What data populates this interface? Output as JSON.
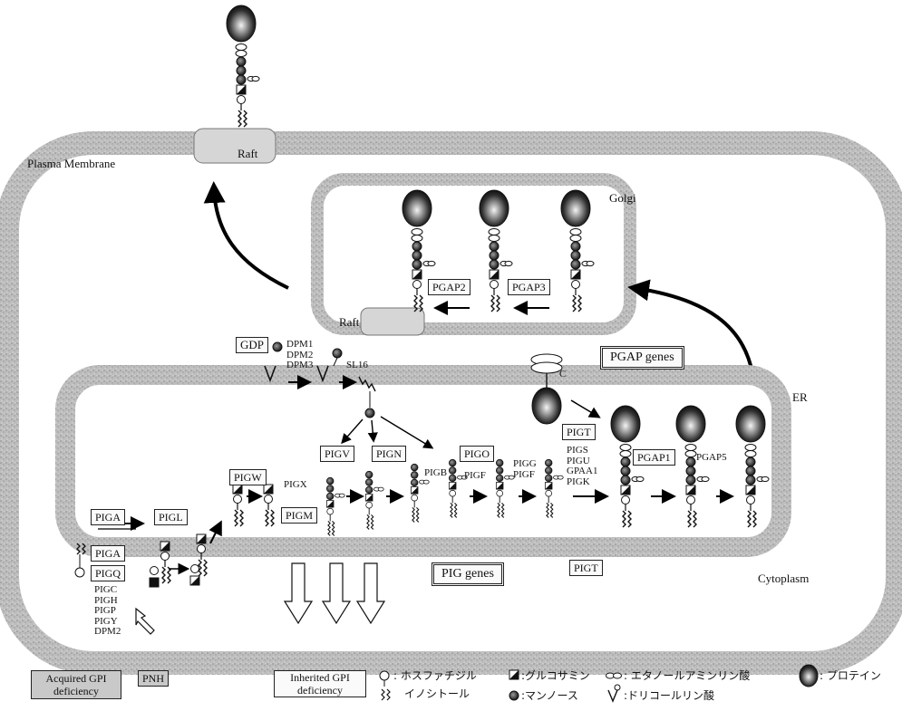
{
  "compartments": {
    "plasma_membrane": "Plasma Membrane",
    "raft_top": "Raft",
    "golgi": "Golgi",
    "raft_golgi": "Raft",
    "er": "ER",
    "cytoplasm": "Cytoplasm"
  },
  "golgi_genes": {
    "pgap2": "PGAP2",
    "pgap3": "PGAP3"
  },
  "pgap_genes_label": "PGAP genes",
  "pig_genes_label": "PIG genes",
  "gdp": {
    "box": "GDP",
    "dpm": [
      "DPM1",
      "DPM2",
      "DPM3"
    ],
    "sl16": "SL16"
  },
  "er_genes": {
    "piga_er": "PIGA",
    "pigl": "PIGL",
    "pigw": "PIGW",
    "pigx": "PIGX",
    "pigm": "PIGM",
    "pigv": "PIGV",
    "pign": "PIGN",
    "pigb": "PIGB",
    "pigo": "PIGO",
    "pigf": "PIGF",
    "pigg_f": [
      "PIGG",
      "PIGF"
    ],
    "pigt_box": "PIGT",
    "transamidase": [
      "PIGS",
      "PIGU",
      "GPAA1",
      "PIGK"
    ],
    "pgap1": "PGAP1",
    "pgap5": "PGAP5",
    "pigt_cyto": "PIGT"
  },
  "cyto_genes": {
    "piga": "PIGA",
    "pigq": "PIGQ",
    "list": [
      "PIGC",
      "PIGH",
      "PIGP",
      "PIGY",
      "DPM2"
    ]
  },
  "cterm": "C",
  "legend": {
    "acquired": "Acquired GPI deficiency",
    "pnh": "PNH",
    "inherited": "Inherited GPI deficiency",
    "items": [
      {
        "icon": "phosphatidylinositol-icon",
        "text": ": ホスファチジル"
      },
      {
        "icon": "inositol-icon",
        "text": "イノシトール"
      },
      {
        "icon": "glucosamine-icon",
        "text": ":グルコサミン"
      },
      {
        "icon": "mannose-icon",
        "text": ":マンノース"
      },
      {
        "icon": "ethanolamine-phosphate-icon",
        "text": ": エタノールアミンリン酸"
      },
      {
        "icon": "dolichol-phosphate-icon",
        "text": ":ドリコールリン酸"
      },
      {
        "icon": "protein-icon",
        "text": ": プロテイン"
      }
    ]
  },
  "colors": {
    "membrane": "#b3b3b3",
    "arrow": "#000000",
    "box_bg": "#fafafa"
  }
}
